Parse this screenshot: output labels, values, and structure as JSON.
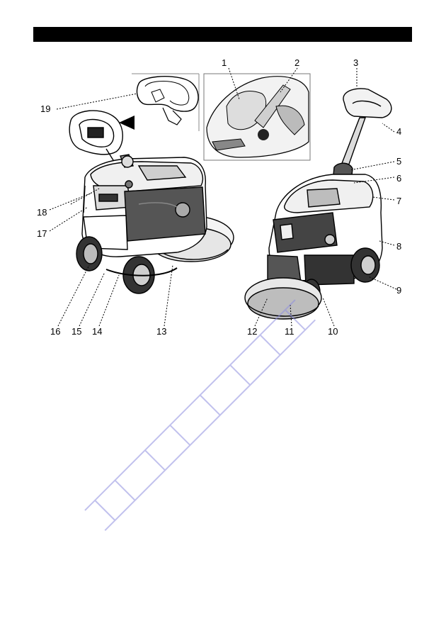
{
  "header": {
    "bar_color": "#000000"
  },
  "callouts": {
    "c1": "1",
    "c2": "2",
    "c3": "3",
    "c4": "4",
    "c5": "5",
    "c6": "6",
    "c7": "7",
    "c8": "8",
    "c9": "9",
    "c10": "10",
    "c11": "11",
    "c12": "12",
    "c13": "13",
    "c14": "14",
    "c15": "15",
    "c16": "16",
    "c17": "17",
    "c18": "18",
    "c19": "19"
  },
  "watermark": {
    "color": "#8f8fe0"
  }
}
